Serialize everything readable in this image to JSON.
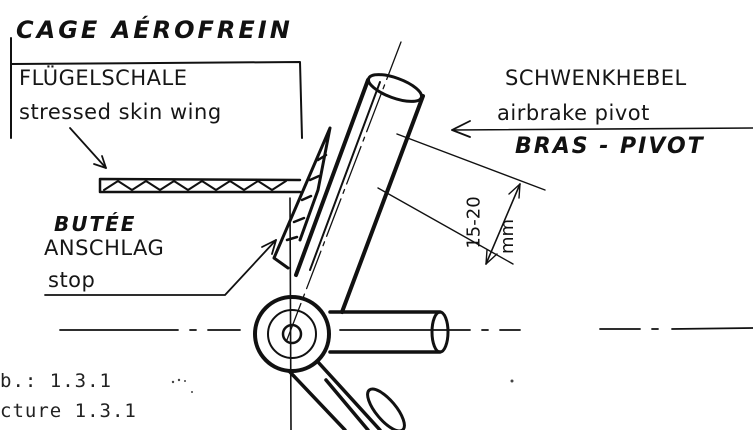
{
  "labels": {
    "cage_aerofrein": "CAGE AÉROFREIN",
    "flugelschale": "FLÜGELSCHALE",
    "stressed_skin_wing": "stressed skin wing",
    "schwenkhebel": "SCHWENKHEBEL",
    "airbrake_pivot": "airbrake pivot",
    "bras_pivot": "BRAS - PIVOT",
    "butee": "BUTÉE",
    "anschlag": "ANSCHLAG",
    "stop": "stop",
    "dimension_value": "15-20",
    "dimension_unit": "mm",
    "caption_abb": "b.: 1.3.1",
    "caption_picture": "cture 1.3.1"
  }
}
